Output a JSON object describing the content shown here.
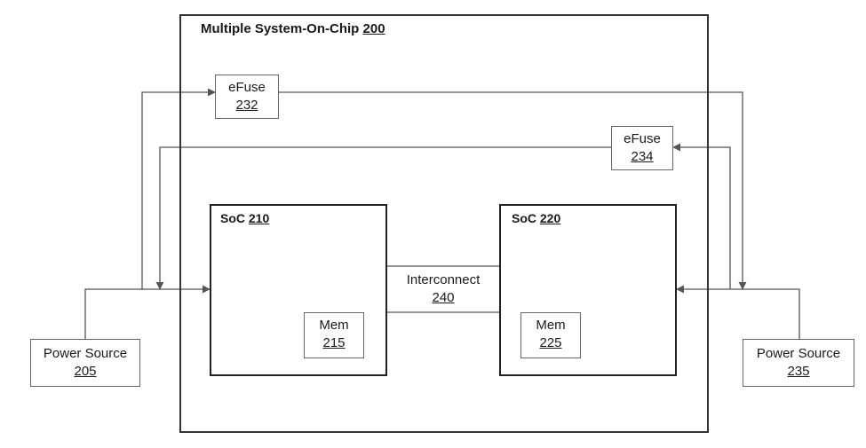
{
  "system": {
    "label": "Multiple System-On-Chip",
    "ref": "200"
  },
  "efuse_a": {
    "label": "eFuse",
    "ref": "232"
  },
  "efuse_b": {
    "label": "eFuse",
    "ref": "234"
  },
  "soc_a": {
    "label": "SoC",
    "ref": "210",
    "mem": {
      "label": "Mem",
      "ref": "215"
    }
  },
  "soc_b": {
    "label": "SoC",
    "ref": "220",
    "mem": {
      "label": "Mem",
      "ref": "225"
    }
  },
  "interconnect": {
    "label": "Interconnect",
    "ref": "240"
  },
  "power_a": {
    "label": "Power Source",
    "ref": "205"
  },
  "power_b": {
    "label": "Power Source",
    "ref": "235"
  },
  "colors": {
    "line": "#555555",
    "border": "#222222",
    "background": "#ffffff"
  }
}
